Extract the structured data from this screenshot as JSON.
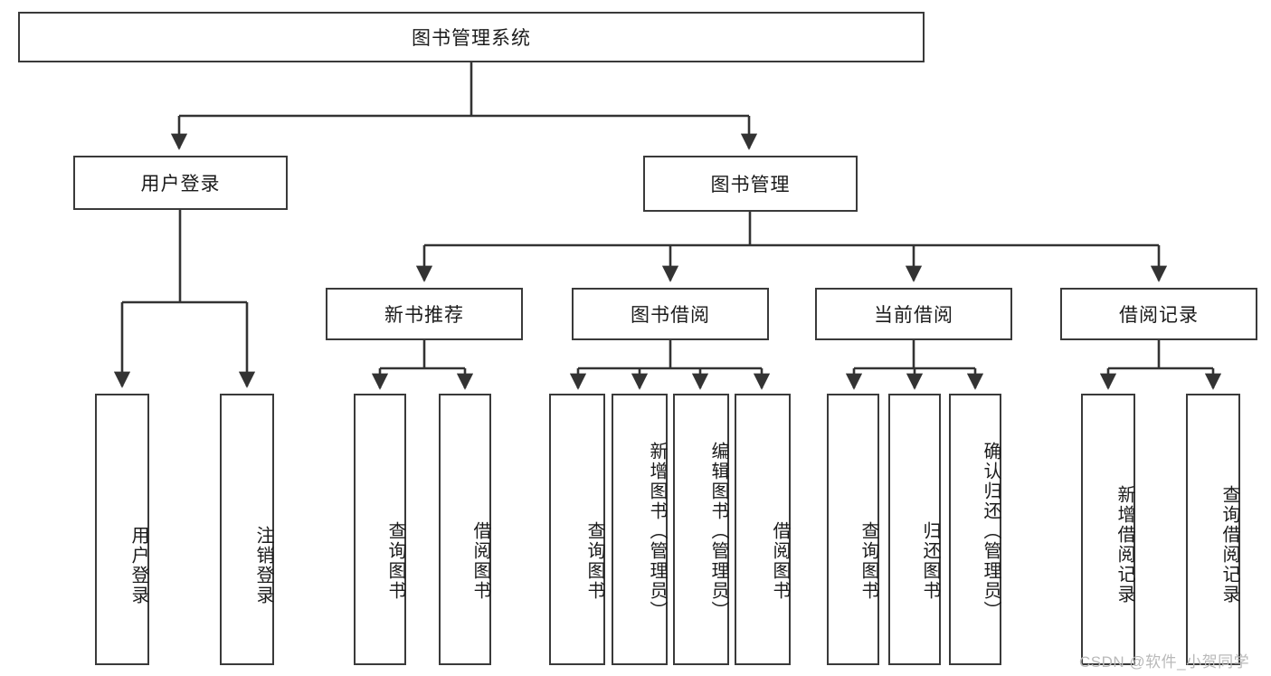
{
  "diagram": {
    "title": "图书管理系统",
    "type": "tree-hierarchy-diagram",
    "colors": {
      "box_border": "#3a3a3a",
      "box_fill": "#ffffff",
      "connector": "#333333",
      "text": "#1b1b1b",
      "watermark": "#b9b9b9"
    },
    "root": {
      "label": "图书管理系统"
    },
    "level2": [
      {
        "label": "用户登录"
      },
      {
        "label": "图书管理"
      }
    ],
    "level3": [
      {
        "label": "新书推荐"
      },
      {
        "label": "图书借阅"
      },
      {
        "label": "当前借阅"
      },
      {
        "label": "借阅记录"
      }
    ],
    "leaves_user_login": [
      {
        "label": "用户登录"
      },
      {
        "label": "注销登录"
      }
    ],
    "leaves_new_book": [
      {
        "label": "查询图书"
      },
      {
        "label": "借阅图书"
      }
    ],
    "leaves_borrow": [
      {
        "label": "查询图书"
      },
      {
        "label": "新增图书（管理员）"
      },
      {
        "label": "编辑图书（管理员）"
      },
      {
        "label": "借阅图书"
      }
    ],
    "leaves_current": [
      {
        "label": "查询图书"
      },
      {
        "label": "归还图书"
      },
      {
        "label": "确认归还（管理员）"
      }
    ],
    "leaves_records": [
      {
        "label": "新增借阅记录"
      },
      {
        "label": "查询借阅记录"
      }
    ]
  },
  "watermark": {
    "text": "CSDN @软件_小贺同学"
  }
}
